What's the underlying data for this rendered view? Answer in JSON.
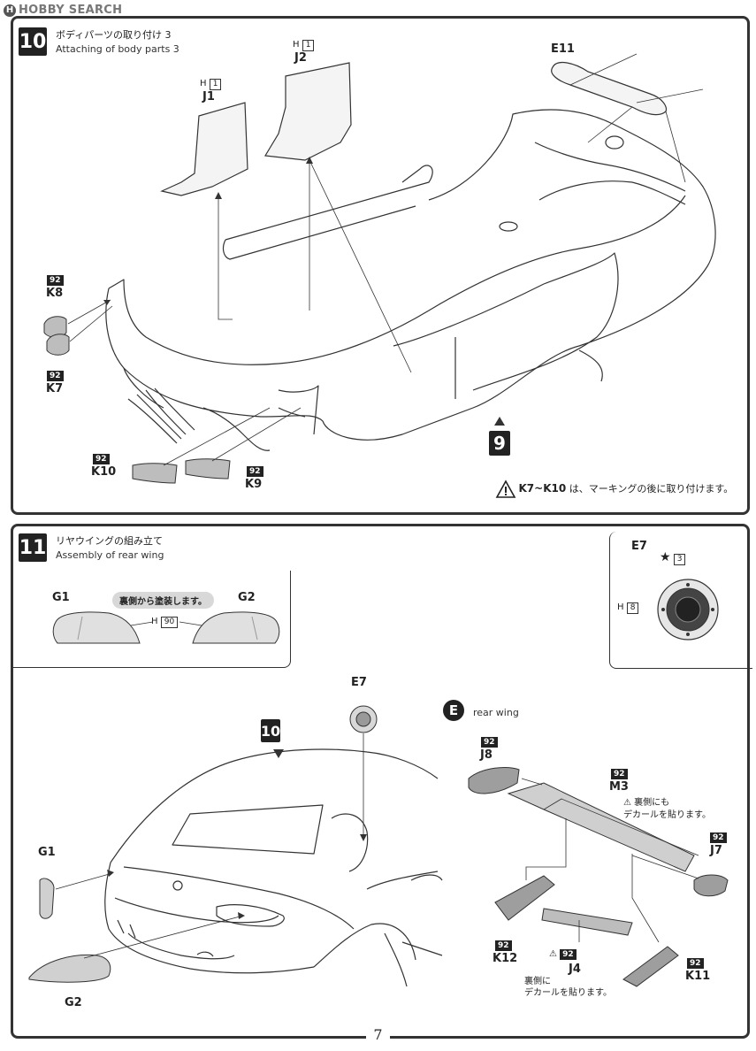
{
  "watermark": {
    "logo_letter": "H",
    "text": "HOBBY SEARCH"
  },
  "step10": {
    "number": "10",
    "title_jp": "ボディパーツの取り付け 3",
    "title_en": "Attaching of body parts 3",
    "parts": {
      "j1": {
        "label": "J1",
        "paint": "H",
        "paint_no": "1"
      },
      "j2": {
        "label": "J2",
        "paint": "H",
        "paint_no": "1"
      },
      "e11": {
        "label": "E11"
      },
      "k8": {
        "label": "K8",
        "badge": "92"
      },
      "k7": {
        "label": "K7",
        "badge": "92"
      },
      "k10": {
        "label": "K10",
        "badge": "92"
      },
      "k9": {
        "label": "K9",
        "badge": "92"
      }
    },
    "step_ref": "9",
    "note_parts": "K7~K10",
    "note_text": "は、マーキングの後に取り付けます。"
  },
  "step11": {
    "number": "11",
    "title_jp": "リヤウイングの組み立て",
    "title_en": "Assembly of rear wing",
    "lens_box": {
      "g1": "G1",
      "g2": "G2",
      "pill": "裏側から塗装します。",
      "paint": "H",
      "paint_no": "90"
    },
    "e7_box": {
      "label": "E7",
      "paint_top_no": "3",
      "paint": "H",
      "paint_no": "8"
    },
    "main": {
      "step_ref": "10",
      "e7": "E7",
      "g1": "G1",
      "g2": "G2"
    },
    "rear_wing": {
      "badge": "E",
      "title": "rear wing",
      "j8": {
        "label": "J8",
        "badge": "92"
      },
      "m3": {
        "label": "M3",
        "badge": "92",
        "note_line1": "裏側にも",
        "note_line2": "デカールを貼ります。"
      },
      "j7": {
        "label": "J7",
        "badge": "92"
      },
      "k12": {
        "label": "K12",
        "badge": "92"
      },
      "j4": {
        "label": "J4",
        "badge": "92",
        "note_line1": "裏側に",
        "note_line2": "デカールを貼ります。"
      },
      "k11": {
        "label": "K11",
        "badge": "92"
      }
    }
  },
  "page_number": "7",
  "colors": {
    "frame": "#333333",
    "badge": "#222222",
    "part_fill": "#bdbdbd"
  }
}
